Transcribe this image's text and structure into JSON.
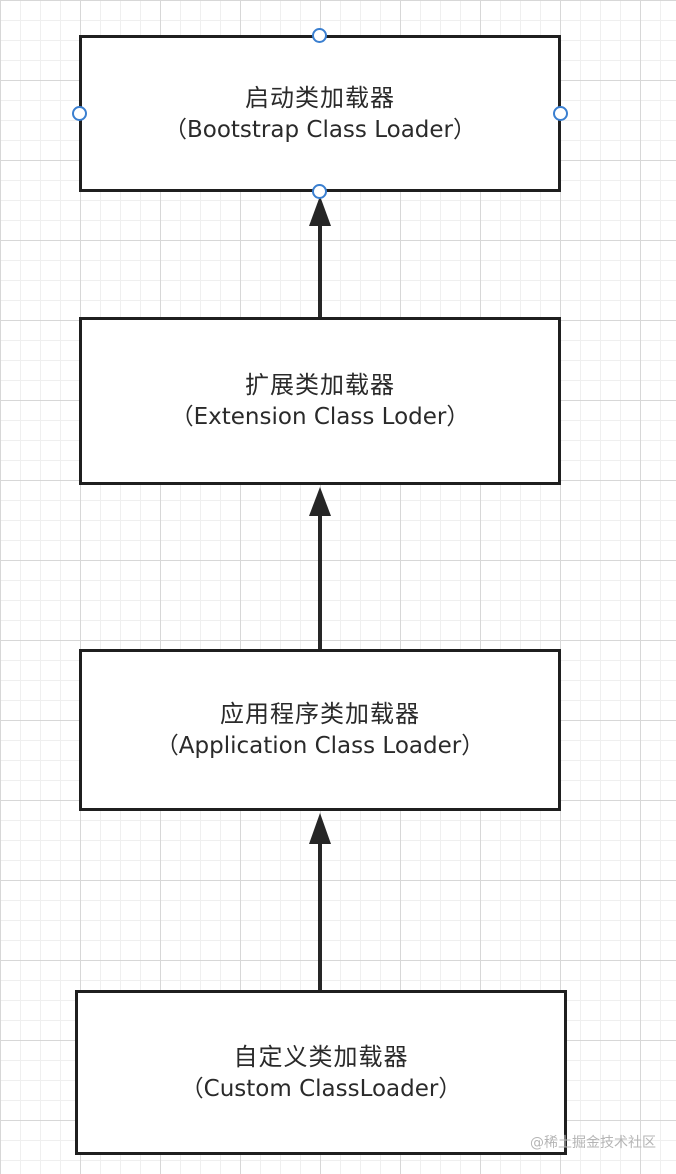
{
  "diagram": {
    "nodes": [
      {
        "id": "bootstrap",
        "zh": "启动类加载器",
        "en": "（Bootstrap Class Loader）"
      },
      {
        "id": "extension",
        "zh": "扩展类加载器",
        "en": "（Extension Class Loder）"
      },
      {
        "id": "application",
        "zh": "应用程序类加载器",
        "en": "（Application Class Loader）"
      },
      {
        "id": "custom",
        "zh": "自定义类加载器",
        "en": "（Custom ClassLoader）"
      }
    ],
    "edges": [
      {
        "from": "extension",
        "to": "bootstrap"
      },
      {
        "from": "application",
        "to": "extension"
      },
      {
        "from": "custom",
        "to": "application"
      }
    ],
    "selected_node": "bootstrap"
  },
  "colors": {
    "border": "#1f1f1f",
    "arrow": "#262626",
    "selection_handle": "#3a7fd0"
  },
  "watermark": "@稀土掘金技术社区"
}
